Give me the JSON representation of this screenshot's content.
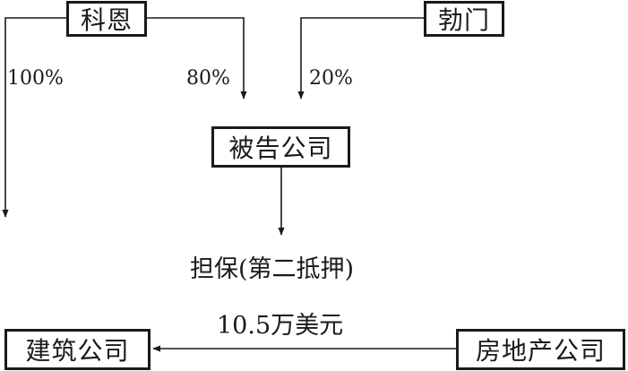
{
  "nodes": {
    "keen": "科恩",
    "bomen": "勃门",
    "defendant": "被告公司",
    "construction": "建筑公司",
    "realestate": "房地产公司"
  },
  "edges": {
    "keen_left_pct": "100%",
    "keen_defendant_pct": "80%",
    "bomen_defendant_pct": "20%",
    "guarantee": "担保(第二抵押)",
    "loan": "10.5万美元"
  },
  "colors": {
    "line": "#1a1a1a",
    "background": "#ffffff"
  }
}
